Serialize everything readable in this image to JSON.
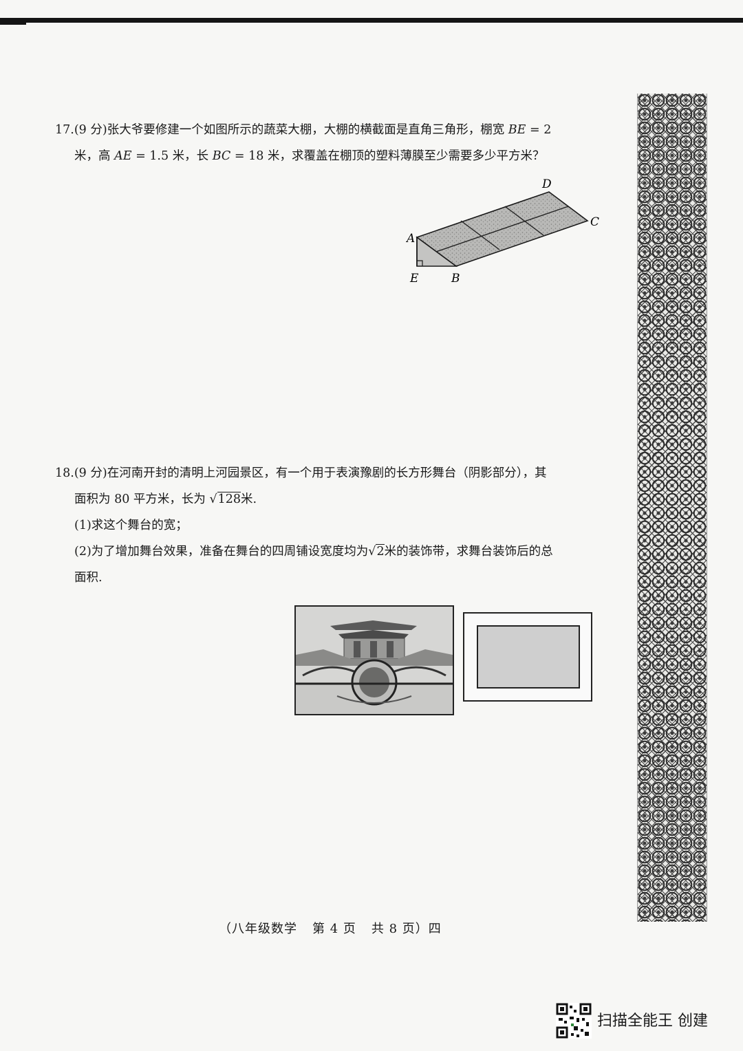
{
  "q17": {
    "line1_num": "17.",
    "line1_score": "(9 分)",
    "line1_text": "张大爷要修建一个如图所示的蔬菜大棚，大棚的横截面是直角三角形，棚宽 ",
    "line1_var": "BE",
    "line1_end": " = 2",
    "line2_a": "米，高 ",
    "line2_var1": "AE",
    "line2_b": " = 1.5 米，长 ",
    "line2_var2": "BC",
    "line2_c": " = 18 米，求覆盖在棚顶的塑料薄膜至少需要多少平方米？",
    "figure": {
      "A": "A",
      "B": "B",
      "C": "C",
      "D": "D",
      "E": "E"
    }
  },
  "q18": {
    "line1_num": "18.",
    "line1_score": "(9 分)",
    "line1_text": "在河南开封的清明上河园景区，有一个用于表演豫剧的长方形舞台（阴影部分），其",
    "line2_a": "面积为 80 平方米，长为 ",
    "line2_sqrt": "128",
    "line2_b": "米.",
    "part1": "(1)求这个舞台的宽；",
    "part2_a": "(2)为了增加舞台效果，准备在舞台的四周铺设宽度均为",
    "part2_sqrt": "2",
    "part2_b": "米的装饰带，求舞台装饰后的总",
    "part2_c": "面积."
  },
  "footer": {
    "subject": "（八年级数学",
    "page": "第 4 页",
    "total": "共 8 页）四"
  },
  "watermark": {
    "text": "扫描全能王 创建"
  }
}
